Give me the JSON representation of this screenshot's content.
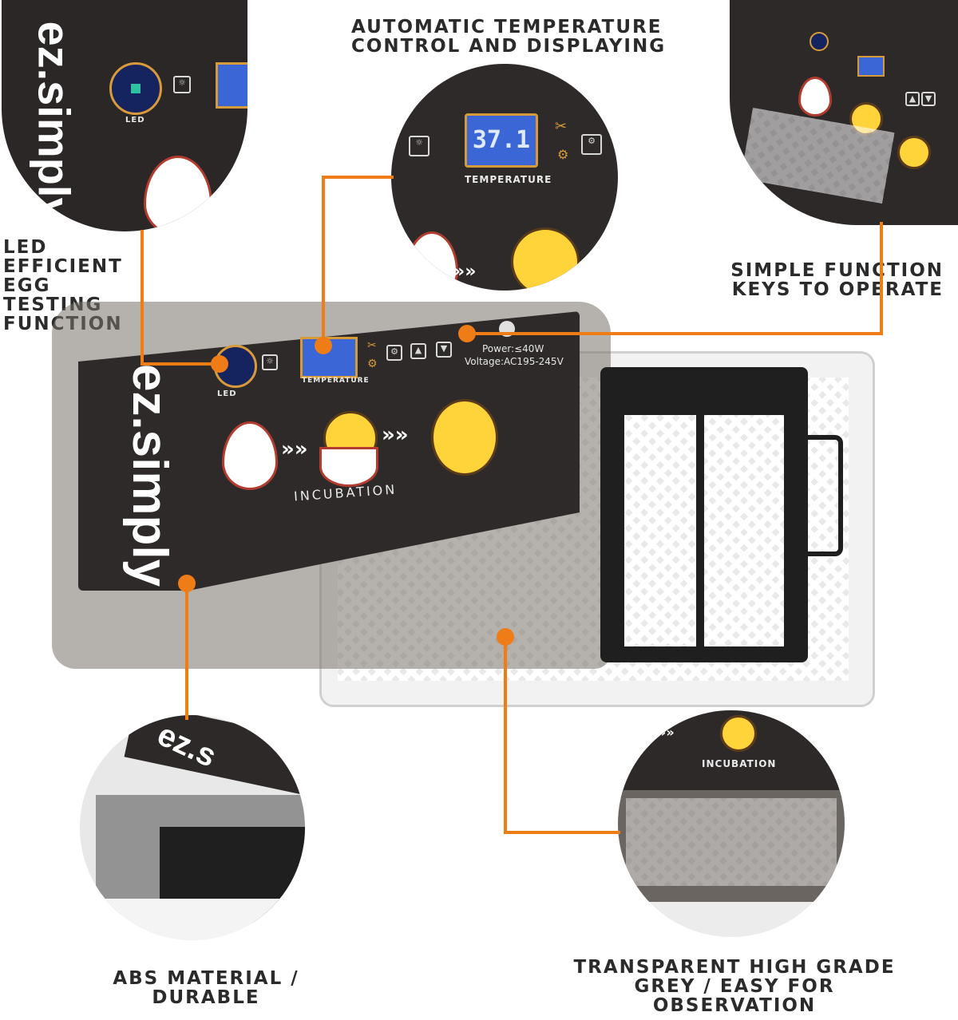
{
  "captions": {
    "auto_temp": "AUTOMATIC TEMPERATURE\nCONTROL AND DISPLAYING",
    "led": "LED\nEFFICIENT\nEGG\nTESTING\nFUNCTION",
    "function_keys": "SIMPLE FUNCTION\nKEYS TO OPERATE",
    "abs": "ABS MATERIAL /\nDURABLE",
    "transparent": "TRANSPARENT HIGH GRADE\nGREY / EASY FOR\nOBSERVATION"
  },
  "device": {
    "brand": "ez.simply",
    "led_label": "LED",
    "temperature_label": "TEMPERATURE",
    "temperature_reading": "37.1",
    "incubation_label": "INCUBATION",
    "power": "Power:≤40W",
    "voltage": "Voltage:AC195-245V"
  },
  "colors": {
    "accent": "#ef7d17",
    "panel": "#2f2a2a",
    "lcd": "#3a66d6"
  }
}
